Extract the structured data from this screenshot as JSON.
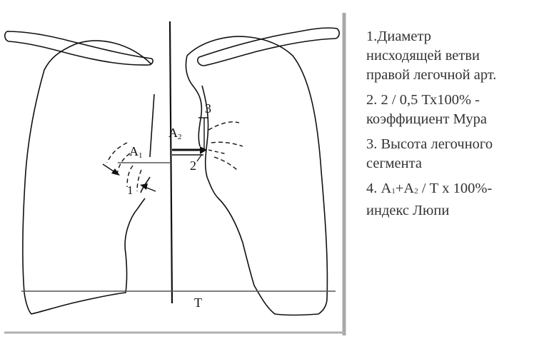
{
  "diagram": {
    "labels": {
      "a1": "A",
      "a1_sub": "1",
      "a2": "A",
      "a2_sub": "2",
      "num_1": "1",
      "num_2": "2",
      "num_3": "3",
      "t": "T"
    }
  },
  "legend": {
    "item1": {
      "line1": "1.Диаметр",
      "line2": "нисходящей ветви",
      "line3": "правой легочной арт."
    },
    "item2": {
      "line1": "2. 2 / 0,5 Тх100% -",
      "line2": "коэффициент Мура"
    },
    "item3": {
      "line1": "3. Высота легочного",
      "line2": "сегмента"
    },
    "item4": {
      "pre": "4. А",
      "sub1": "1",
      "mid": "+А",
      "sub2": "2",
      "post": " / Т х 100%-",
      "line2": "индекс Люпи"
    }
  },
  "colors": {
    "stroke": "#111111",
    "frame": "#a8a8a8",
    "text": "#333333"
  }
}
